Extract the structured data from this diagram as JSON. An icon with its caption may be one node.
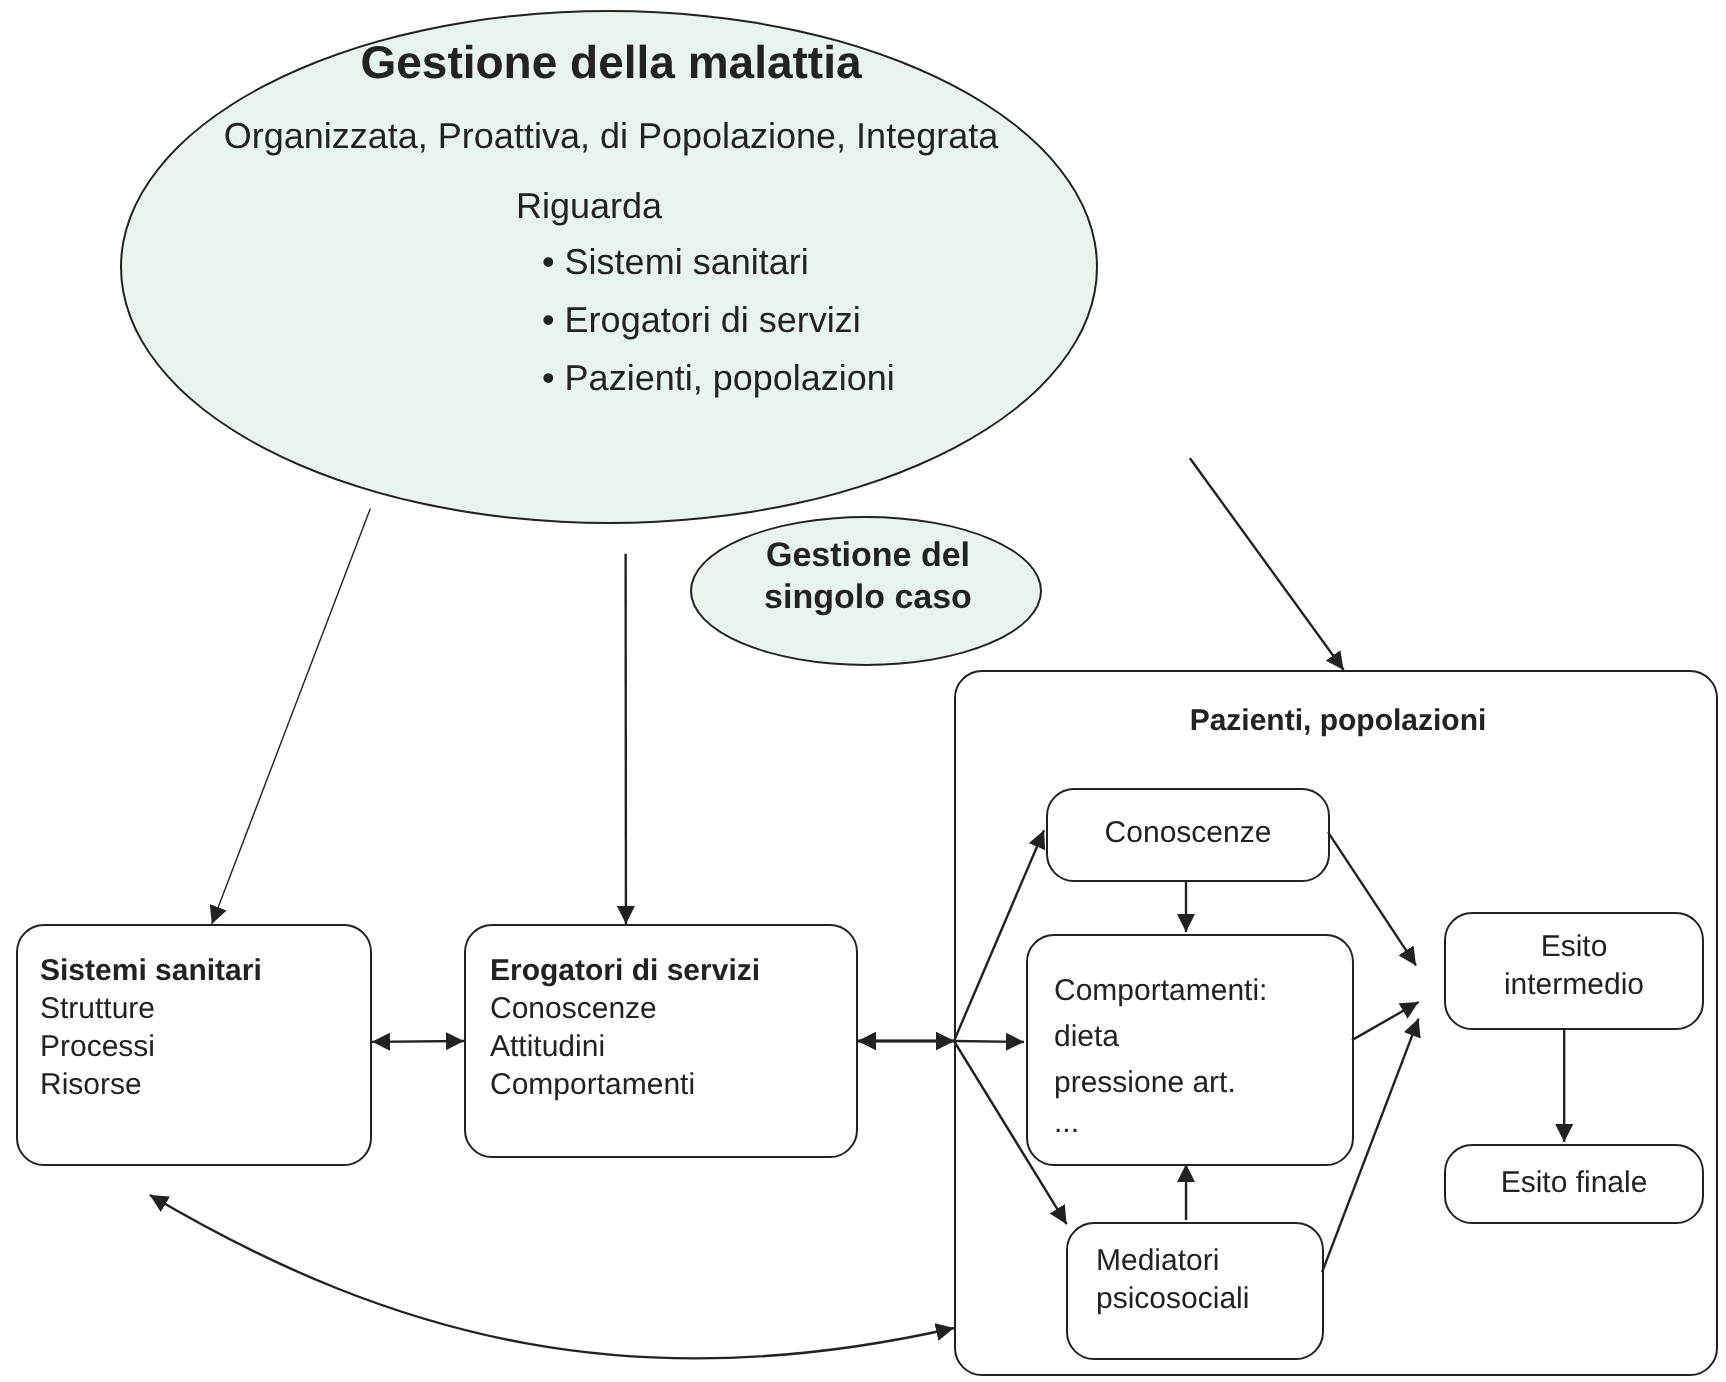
{
  "diagram": {
    "nodes": [
      {
        "text": [
          "Gestione della malattia",
          "Organizzata, Proattiva, di Popolazione, Integrata",
          "Riguarda",
          "• Sistemi sanitari",
          "• Erogatori di servizi",
          "• Pazienti, popolazioni"
        ]
      },
      {
        "text": [
          "Gestione del singolo caso"
        ]
      },
      {
        "text": [
          "Sistemi sanitari",
          "Strutture",
          "Processi",
          "Risorse"
        ]
      },
      {
        "text": [
          "Erogatori di servizi",
          "Conoscenze",
          "Attitudini",
          "Comportamenti"
        ]
      },
      {
        "text": [
          "Pazienti, popolazioni"
        ]
      },
      {
        "text": [
          "Conoscenze"
        ],
        "in": 4
      },
      {
        "text": [
          "Comportamenti:",
          "dieta",
          "pressione art.",
          "..."
        ],
        "in": 4
      },
      {
        "text": [
          "Mediatori psicosociali"
        ],
        "in": 4
      },
      {
        "text": [
          "Esito intermedio"
        ],
        "in": 4
      },
      {
        "text": [
          "Esito finale"
        ],
        "in": 4
      }
    ],
    "edges": [
      {
        "from": 0,
        "to": 2,
        "arrow": "to"
      },
      {
        "from": 0,
        "to": 3,
        "arrow": "to"
      },
      {
        "from": 0,
        "to": 4,
        "arrow": "to"
      },
      {
        "from": 2,
        "to": 3,
        "arrow": "both"
      },
      {
        "from": 3,
        "to": 5,
        "arrow": "both"
      },
      {
        "from": 3,
        "to": 6,
        "arrow": "both"
      },
      {
        "from": 3,
        "to": 7,
        "arrow": "both"
      },
      {
        "from": 5,
        "to": 6,
        "arrow": "to"
      },
      {
        "from": 7,
        "to": 6,
        "arrow": "to"
      },
      {
        "from": 5,
        "to": 8,
        "arrow": "to"
      },
      {
        "from": 6,
        "to": 8,
        "arrow": "to"
      },
      {
        "from": 7,
        "to": 8,
        "arrow": "to"
      },
      {
        "from": 8,
        "to": 9,
        "arrow": "to"
      },
      {
        "from": 2,
        "to": 4,
        "arrow": "both"
      }
    ]
  }
}
